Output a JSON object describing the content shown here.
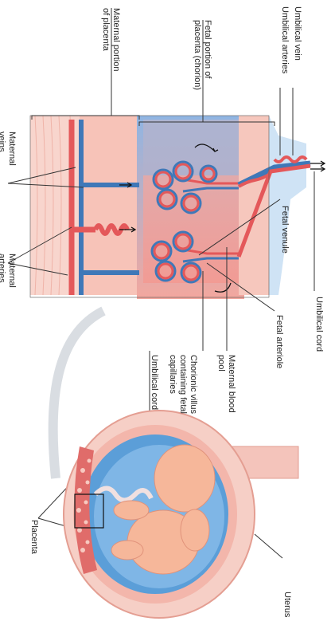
{
  "labels": {
    "maternal_portion": [
      "Maternal portion",
      "of placenta"
    ],
    "fetal_portion": [
      "Fetal portion of",
      "placenta (chorion)"
    ],
    "umbilical_arteries": "Umbilical arteries",
    "umbilical_vein": "Umbilical vein",
    "maternal_veins": [
      "Maternal",
      "veins"
    ],
    "maternal_arteries": [
      "Maternal",
      "arteries"
    ],
    "fetal_venule": "Fetal venule",
    "fetal_arteriole": "Fetal arteriole",
    "umbilical_cord_right": "Umbilical cord",
    "umbilical_cord_mid": "Umbilical cord",
    "chorionic_villus": [
      "Chorionic villus",
      "containing fetal",
      "capillaries"
    ],
    "maternal_blood_pool": [
      "Maternal blood",
      "pool"
    ],
    "placenta": "Placenta",
    "uterus": "Uterus"
  },
  "colors": {
    "artery_red": "#e4585a",
    "vein_blue": "#3f78b8",
    "tissue_pink": "#f7c9c0",
    "fetus_skin": "#f6b79a",
    "amniotic_blue": "#5b9ed8"
  }
}
